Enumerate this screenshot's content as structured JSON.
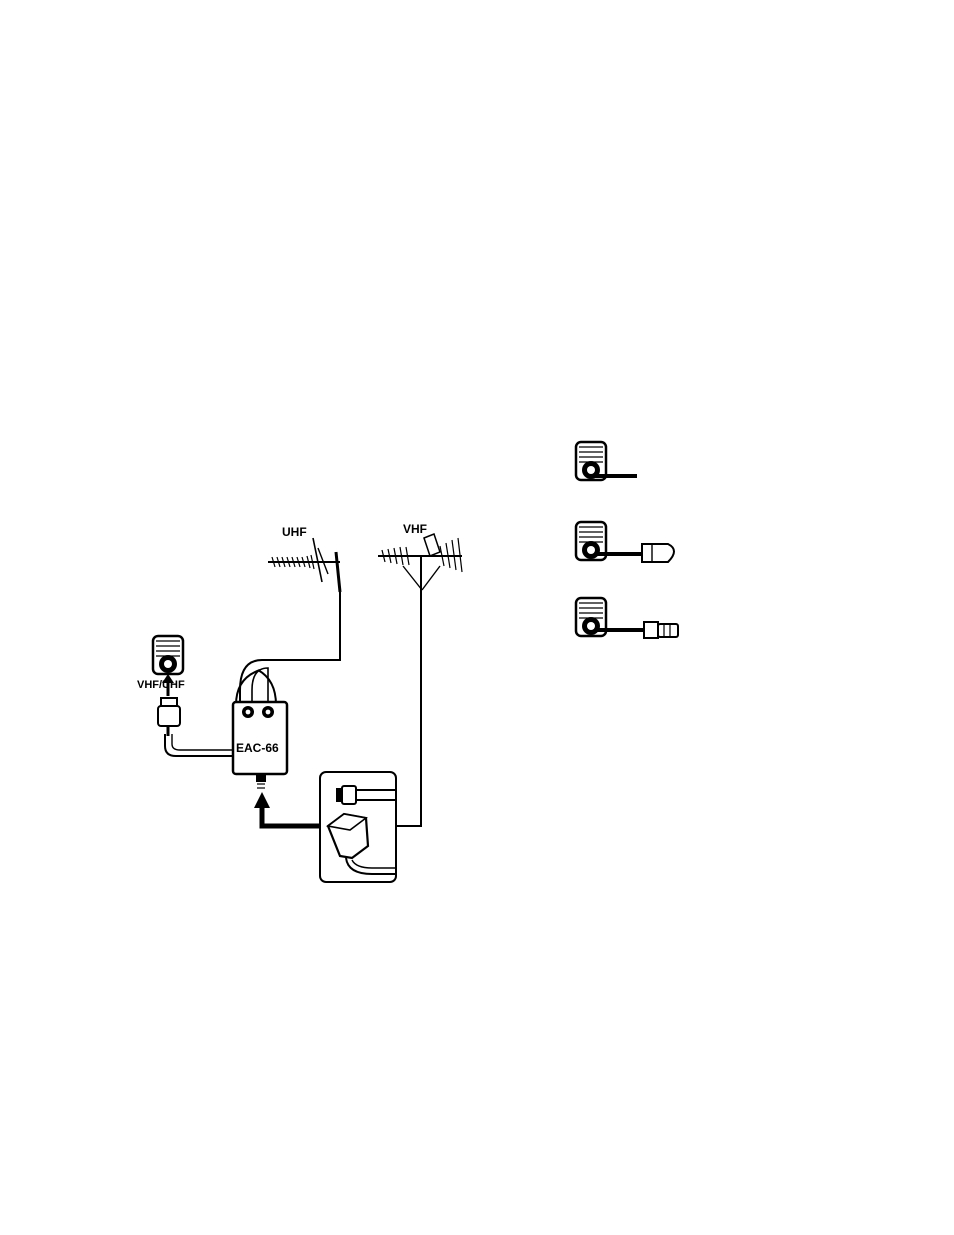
{
  "diagram": {
    "labels": {
      "uhf_antenna": "UHF",
      "vhf_antenna": "VHF",
      "tv_input": "VHF/UHF",
      "combiner": "EAC-66"
    },
    "icons": [
      "uhf-antenna-icon",
      "vhf-antenna-icon",
      "tv-antenna-jack-icon",
      "combiner-box-icon",
      "coax-connector-icon",
      "twin-lead-adapter-icon",
      "connector-wire-icon",
      "connector-push-on-icon",
      "connector-screw-on-icon"
    ],
    "colors": {
      "ink": "#000000",
      "paper": "#ffffff"
    }
  }
}
